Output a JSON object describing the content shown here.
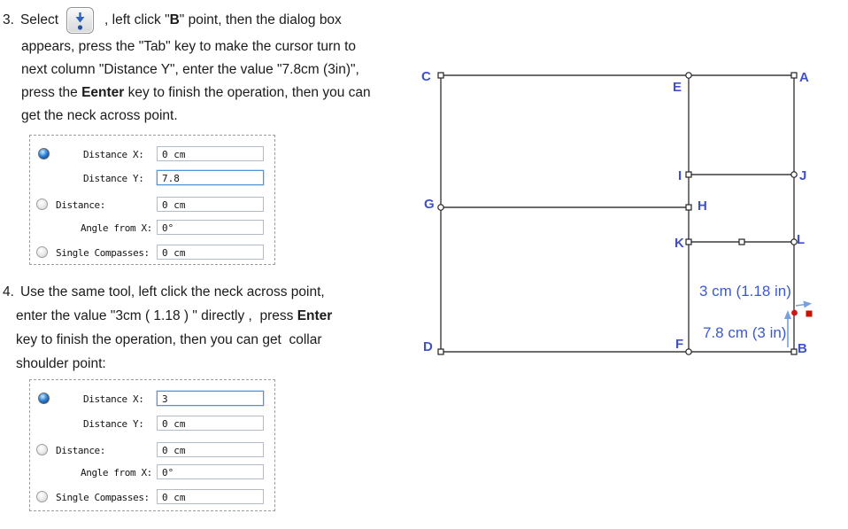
{
  "colors": {
    "label_blue": "#3f51c8",
    "measure_blue": "#3b5ac8",
    "arrow_blue": "#7aa0dc",
    "marker_red": "#d01515",
    "line_dark": "#3c3c3c",
    "focus_border": "#4f96d9"
  },
  "icons": {
    "tool_button": "down-arrow-to-point-icon"
  },
  "step3": {
    "num": "3.",
    "l1a": "Select",
    "l1b": ", left click \"",
    "l1bold": "B",
    "l1c": "\" point, then the dialog box",
    "l2": "appears, press the \"Tab\" key to make the cursor turn to",
    "l3": "next column \"Distance Y\", enter the value \"7.8cm (3in)\",",
    "l4a": "press the ",
    "l4bold": "Eenter",
    "l4b": " key to finish the operation, then you can",
    "l5": "get the neck across point."
  },
  "step4": {
    "num": "4.",
    "l1": "Use the same tool, left click the neck across point,",
    "l2a": "enter the value \"3cm ( 1.18 ) \" directly ,  press ",
    "l2bold": "Enter",
    "l3": "key to finish the operation, then you can get  collar",
    "l4": "shoulder point:"
  },
  "dialog1": {
    "rows": [
      {
        "label": "Distance X:",
        "value": "0 cm"
      },
      {
        "label": "Distance Y:",
        "value": "7.8"
      },
      {
        "label": "Distance:",
        "value": "0 cm"
      },
      {
        "label": "Angle from X:",
        "value": "0°"
      },
      {
        "label": "Single Compasses:",
        "value": "0 cm"
      }
    ]
  },
  "dialog2": {
    "rows": [
      {
        "label": "Distance X:",
        "value": "3"
      },
      {
        "label": "Distance Y:",
        "value": "0 cm"
      },
      {
        "label": "Distance:",
        "value": "0 cm"
      },
      {
        "label": "Angle from X:",
        "value": "0°"
      },
      {
        "label": "Single Compasses:",
        "value": "0 cm"
      }
    ]
  },
  "diagram": {
    "labels": {
      "A": "A",
      "B": "B",
      "C": "C",
      "D": "D",
      "E": "E",
      "F": "F",
      "G": "G",
      "H": "H",
      "I": "I",
      "J": "J",
      "K": "K",
      "L": "L"
    },
    "measurements": {
      "horizontal": "3 cm (1.18 in)",
      "vertical": "7.8 cm (3 in)"
    }
  }
}
